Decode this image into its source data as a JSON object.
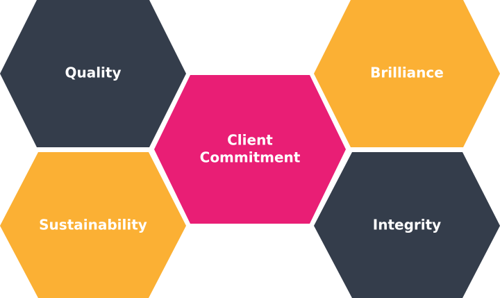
{
  "colors": {
    "dark": "#343d4b",
    "amber": "#fbb034",
    "magenta": "#e91e75",
    "label": "#ffffff",
    "background": "#ffffff"
  },
  "hexagons": [
    {
      "id": "quality",
      "lines": [
        "Quality"
      ],
      "color": "dark"
    },
    {
      "id": "brilliance",
      "lines": [
        "Brilliance"
      ],
      "color": "amber"
    },
    {
      "id": "client-commitment",
      "lines": [
        "Client",
        "Commitment"
      ],
      "color": "magenta"
    },
    {
      "id": "sustainability",
      "lines": [
        "Sustainability"
      ],
      "color": "amber"
    },
    {
      "id": "integrity",
      "lines": [
        "Integrity"
      ],
      "color": "dark"
    }
  ]
}
